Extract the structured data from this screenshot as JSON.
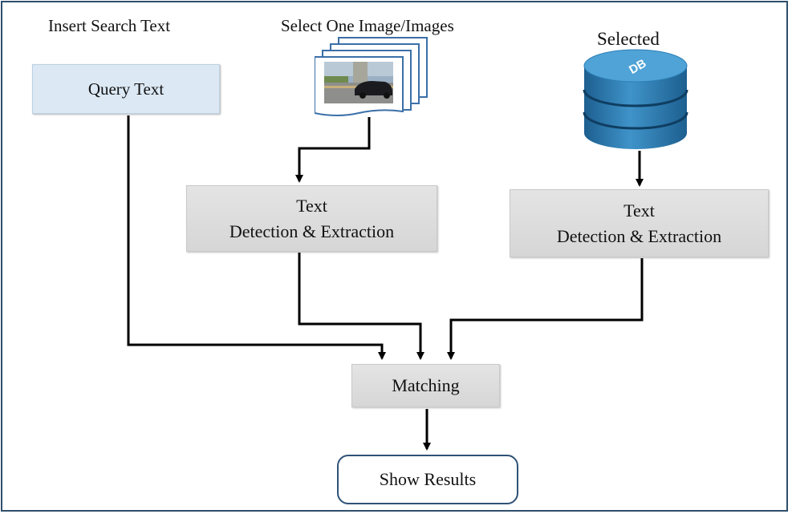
{
  "labels": {
    "insert_search_text": "Insert Search Text",
    "select_images": "Select One Image/Images",
    "selected": "Selected"
  },
  "boxes": {
    "query_text": "Query Text",
    "text_detection_left": {
      "line1": "Text",
      "line2": "Detection & Extraction"
    },
    "text_detection_right": {
      "line1": "Text",
      "line2": "Detection & Extraction"
    },
    "matching": "Matching",
    "show_results": "Show Results"
  },
  "icons": {
    "database": "database-icon",
    "database_text": "DB",
    "images": "image-stack-icon"
  },
  "colors": {
    "frame": "#2f4f6b",
    "query_box": "#dce9f5",
    "process_box": "#dadada",
    "result_border": "#2f5276",
    "database": "#2e7db0"
  }
}
